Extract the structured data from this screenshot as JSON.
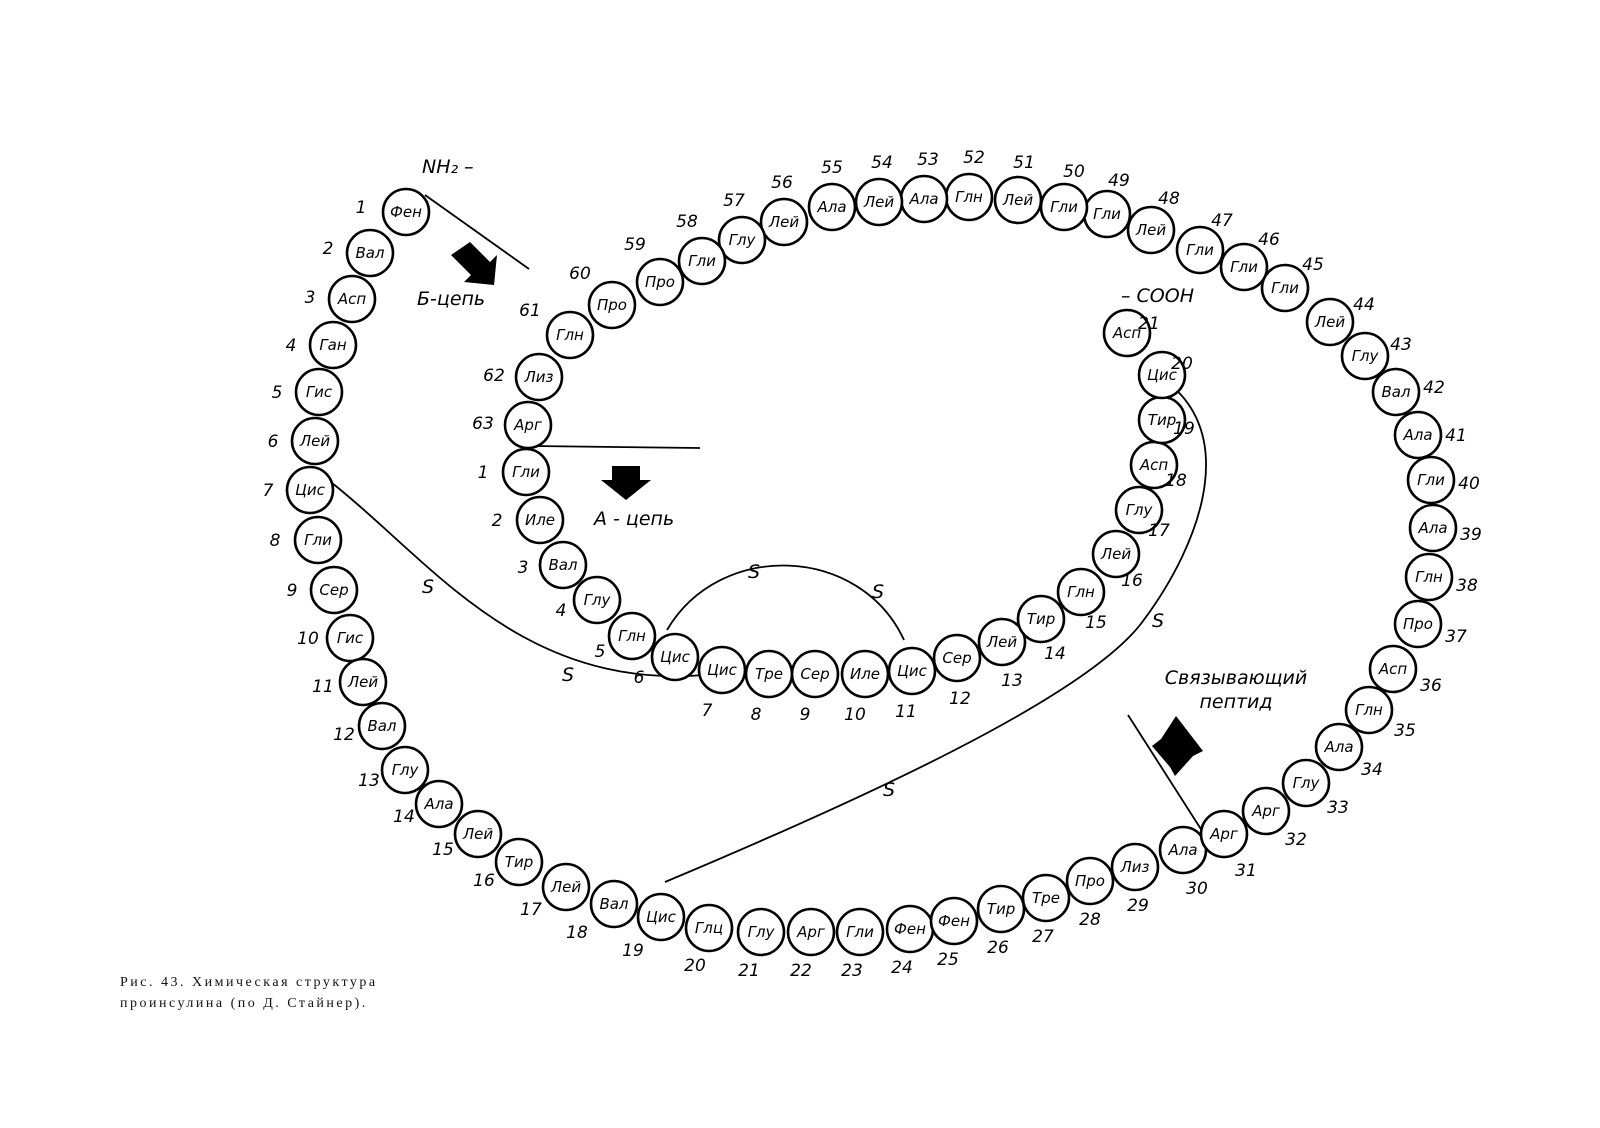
{
  "chain_b": {
    "residues": [
      {
        "n": "1",
        "aa": "Фен"
      },
      {
        "n": "2",
        "aa": "Вал"
      },
      {
        "n": "3",
        "aa": "Асп"
      },
      {
        "n": "4",
        "aa": "Ган"
      },
      {
        "n": "5",
        "aa": "Гис"
      },
      {
        "n": "6",
        "aa": "Лей"
      },
      {
        "n": "7",
        "aa": "Цис"
      },
      {
        "n": "8",
        "aa": "Гли"
      },
      {
        "n": "9",
        "aa": "Сер"
      },
      {
        "n": "10",
        "aa": "Гис"
      },
      {
        "n": "11",
        "aa": "Лей"
      },
      {
        "n": "12",
        "aa": "Вал"
      },
      {
        "n": "13",
        "aa": "Глу"
      },
      {
        "n": "14",
        "aa": "Ала"
      },
      {
        "n": "15",
        "aa": "Лей"
      },
      {
        "n": "16",
        "aa": "Тир"
      },
      {
        "n": "17",
        "aa": "Лей"
      },
      {
        "n": "18",
        "aa": "Вал"
      },
      {
        "n": "19",
        "aa": "Цис"
      },
      {
        "n": "20",
        "aa": "Глц"
      },
      {
        "n": "21",
        "aa": "Глу"
      },
      {
        "n": "22",
        "aa": "Арг"
      },
      {
        "n": "23",
        "aa": "Гли"
      },
      {
        "n": "24",
        "aa": "Фен"
      },
      {
        "n": "25",
        "aa": "Фен"
      },
      {
        "n": "26",
        "aa": "Тир"
      },
      {
        "n": "27",
        "aa": "Тре"
      },
      {
        "n": "28",
        "aa": "Про"
      },
      {
        "n": "29",
        "aa": "Лиз"
      },
      {
        "n": "30",
        "aa": "Ала"
      }
    ]
  },
  "connecting_peptide": {
    "residues": [
      {
        "n": "31",
        "aa": "Арг"
      },
      {
        "n": "32",
        "aa": "Арг"
      },
      {
        "n": "33",
        "aa": "Глу"
      },
      {
        "n": "34",
        "aa": "Ала"
      },
      {
        "n": "35",
        "aa": "Глн"
      },
      {
        "n": "36",
        "aa": "Асп"
      },
      {
        "n": "37",
        "aa": "Про"
      },
      {
        "n": "38",
        "aa": "Глн"
      },
      {
        "n": "39",
        "aa": "Ала"
      },
      {
        "n": "40",
        "aa": "Гли"
      },
      {
        "n": "41",
        "aa": "Ала"
      },
      {
        "n": "42",
        "aa": "Вал"
      },
      {
        "n": "43",
        "aa": "Глу"
      },
      {
        "n": "44",
        "aa": "Лей"
      },
      {
        "n": "45",
        "aa": "Гли"
      },
      {
        "n": "46",
        "aa": "Гли"
      },
      {
        "n": "47",
        "aa": "Гли"
      },
      {
        "n": "48",
        "aa": "Лей"
      },
      {
        "n": "49",
        "aa": "Гли"
      },
      {
        "n": "50",
        "aa": "Гли"
      },
      {
        "n": "51",
        "aa": "Лей"
      },
      {
        "n": "52",
        "aa": "Глн"
      },
      {
        "n": "53",
        "aa": "Ала"
      },
      {
        "n": "54",
        "aa": "Лей"
      },
      {
        "n": "55",
        "aa": "Ала"
      },
      {
        "n": "56",
        "aa": "Лей"
      },
      {
        "n": "57",
        "aa": "Глу"
      },
      {
        "n": "58",
        "aa": "Гли"
      },
      {
        "n": "59",
        "aa": "Про"
      },
      {
        "n": "60",
        "aa": "Про"
      },
      {
        "n": "61",
        "aa": "Глн"
      },
      {
        "n": "62",
        "aa": "Лиз"
      },
      {
        "n": "63",
        "aa": "Арг"
      }
    ]
  },
  "chain_a": {
    "residues": [
      {
        "n": "1",
        "aa": "Гли"
      },
      {
        "n": "2",
        "aa": "Иле"
      },
      {
        "n": "3",
        "aa": "Вал"
      },
      {
        "n": "4",
        "aa": "Глу"
      },
      {
        "n": "5",
        "aa": "Глн"
      },
      {
        "n": "6",
        "aa": "Цис"
      },
      {
        "n": "7",
        "aa": "Цис"
      },
      {
        "n": "8",
        "aa": "Тре"
      },
      {
        "n": "9",
        "aa": "Сер"
      },
      {
        "n": "10",
        "aa": "Иле"
      },
      {
        "n": "11",
        "aa": "Цис"
      },
      {
        "n": "12",
        "aa": "Сер"
      },
      {
        "n": "13",
        "aa": "Лей"
      },
      {
        "n": "14",
        "aa": "Тир"
      },
      {
        "n": "15",
        "aa": "Глн"
      },
      {
        "n": "16",
        "aa": "Лей"
      },
      {
        "n": "17",
        "aa": "Глу"
      },
      {
        "n": "18",
        "aa": "Асп"
      },
      {
        "n": "19",
        "aa": "Тир"
      },
      {
        "n": "20",
        "aa": "Цис"
      },
      {
        "n": "21",
        "aa": "Асп"
      }
    ]
  },
  "labels": {
    "nh2": "NH₂ –",
    "cooh": "– COOH",
    "b_chain": "Б-цепь",
    "a_chain": "А - цепь",
    "connecting_1": "Связывающий",
    "connecting_2": "пептид",
    "sulfur": "S"
  },
  "caption": {
    "line1": "Рис. 43. Химическая структура",
    "line2": "проинсулина (по Д. Стайнер)."
  }
}
